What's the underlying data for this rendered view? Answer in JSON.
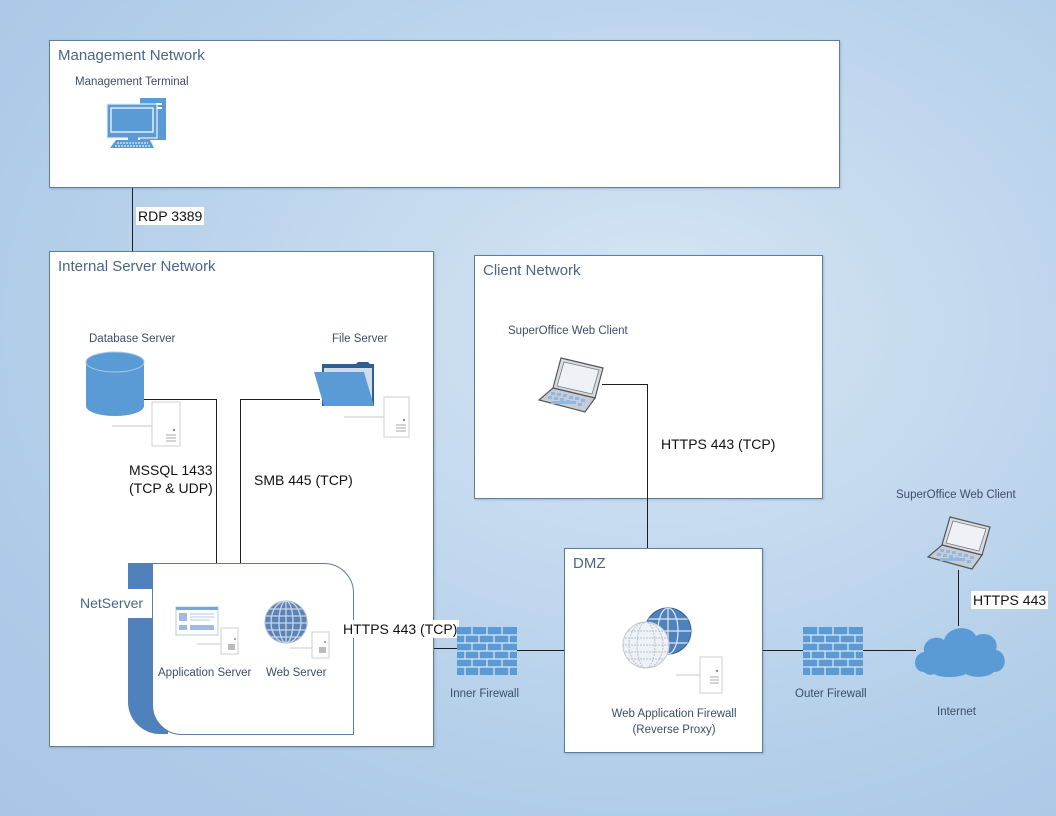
{
  "zones": {
    "management": {
      "title": "Management Network"
    },
    "internal": {
      "title": "Internal Server Network"
    },
    "client": {
      "title": "Client Network"
    },
    "dmz": {
      "title": "DMZ"
    },
    "netserver": {
      "title": "NetServer"
    }
  },
  "nodes": {
    "management_terminal": {
      "label": "Management Terminal",
      "icon": "desktop-computer-icon"
    },
    "database_server": {
      "label": "Database Server",
      "icon": "database-icon"
    },
    "file_server": {
      "label": "File Server",
      "icon": "folder-icon"
    },
    "application_server": {
      "label": "Application Server",
      "icon": "application-window-icon"
    },
    "web_server": {
      "label": "Web Server",
      "icon": "globe-icon"
    },
    "client_web_client": {
      "label": "SuperOffice Web Client",
      "icon": "laptop-icon"
    },
    "inner_firewall": {
      "label": "Inner Firewall",
      "icon": "firewall-icon"
    },
    "waf": {
      "label_line1": "Web Application Firewall",
      "label_line2": "(Reverse Proxy)",
      "icon": "globe-pair-icon"
    },
    "outer_firewall": {
      "label": "Outer Firewall",
      "icon": "firewall-icon"
    },
    "internet": {
      "label": "Internet",
      "icon": "cloud-icon"
    },
    "remote_web_client": {
      "label": "SuperOffice Web Client",
      "icon": "laptop-icon"
    }
  },
  "connections": {
    "rdp": {
      "label": "RDP 3389"
    },
    "mssql": {
      "label_line1": "MSSQL 1433",
      "label_line2": "(TCP & UDP)"
    },
    "smb": {
      "label": "SMB 445 (TCP)"
    },
    "web_to_inner": {
      "label": "HTTPS 443 (TCP)"
    },
    "client_to_dmz": {
      "label": "HTTPS 443 (TCP)"
    },
    "remote_to_internet": {
      "label": "HTTPS 443"
    }
  },
  "colors": {
    "icon_blue": "#4f81bd",
    "icon_light": "#5b9bd5",
    "zone_border": "#5e7d9c",
    "title_text": "#4a6684"
  }
}
